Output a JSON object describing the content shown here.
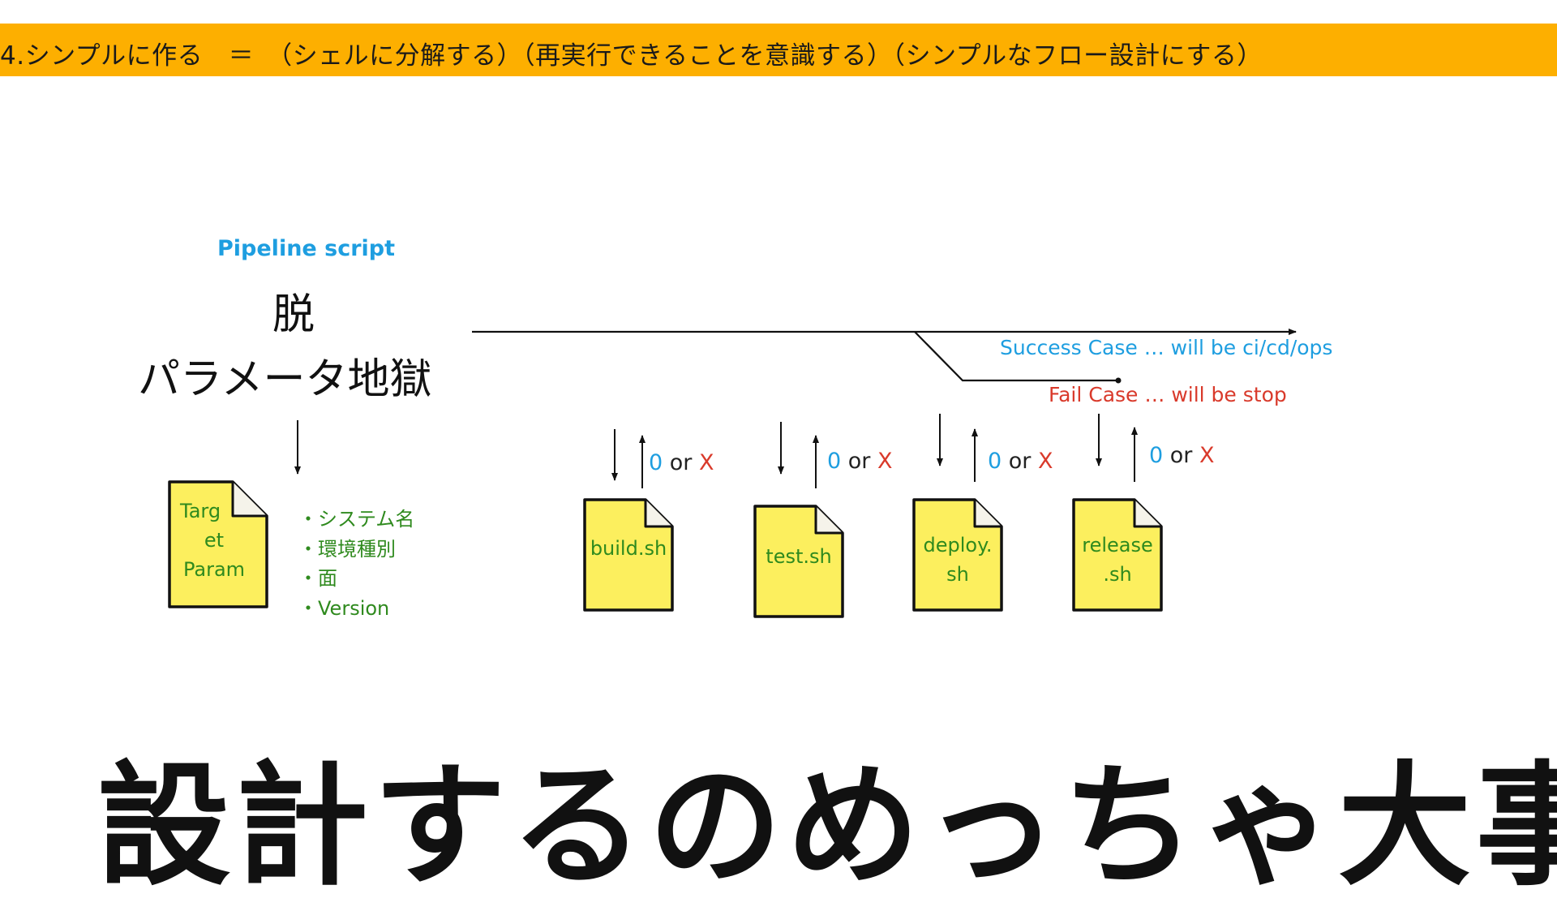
{
  "banner": {
    "text": "4.シンプルに作る　＝　（シェルに分解する）（再実行できることを意識する）（シンプルなフロー設計にする）",
    "color": "#fdaf00"
  },
  "left": {
    "pipeline_label": "Pipeline script",
    "escape_char": "脱",
    "param_hell": "パラメータ地獄",
    "param_file": {
      "line1": "Targ",
      "line2": "et",
      "line3": "Param"
    },
    "bullets": [
      "システム名",
      "環境種別",
      "面",
      "Version"
    ]
  },
  "flow": {
    "success": "Success Case … will be ci/cd/ops",
    "fail": "Fail Case … will be stop"
  },
  "scripts": [
    {
      "line1": "build.sh",
      "line2": "",
      "ret_zero": "0",
      "ret_or": " or ",
      "ret_x": "X"
    },
    {
      "line1": "test.sh",
      "line2": "",
      "ret_zero": "0",
      "ret_or": " or ",
      "ret_x": "X"
    },
    {
      "line1": "deploy.",
      "line2": "sh",
      "ret_zero": "0",
      "ret_or": " or ",
      "ret_x": "X"
    },
    {
      "line1": "release",
      "line2": ".sh",
      "ret_zero": "0",
      "ret_or": " or ",
      "ret_x": "X"
    }
  ],
  "title": "設計するのめっちゃ大事",
  "colors": {
    "file_fill": "#fcef5e",
    "blue": "#1e9ee0",
    "red": "#d93a2b",
    "green": "#2f8a1e"
  }
}
